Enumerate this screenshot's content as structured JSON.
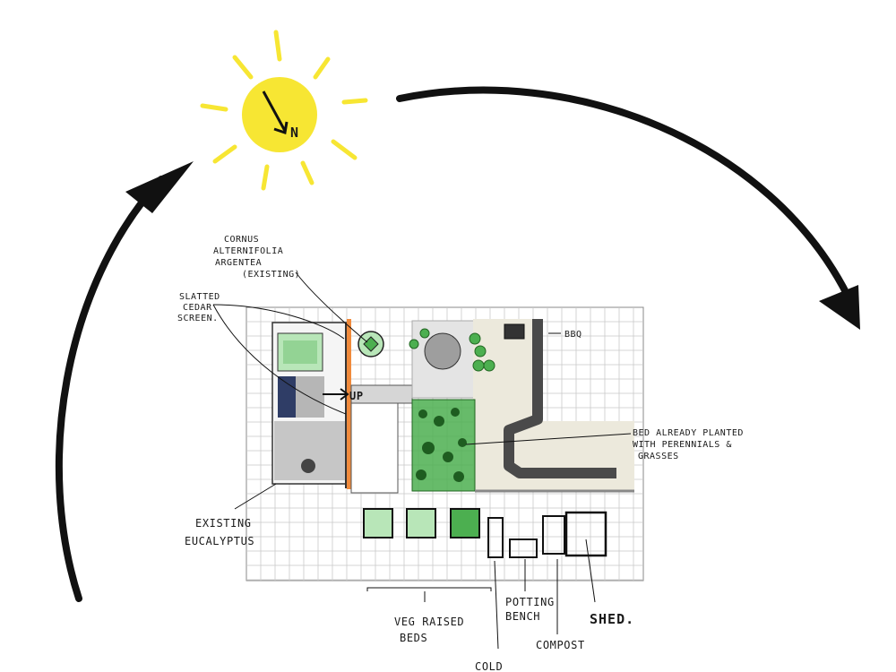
{
  "compass": {
    "label": "N"
  },
  "plan": {
    "up_label": "UP"
  },
  "annotations": {
    "cornus": [
      "CORNUS",
      "ALTERNIFOLIA",
      "ARGENTEA",
      "(EXISTING)"
    ],
    "slatted_screen": [
      "SLATTED",
      "CEDAR",
      "SCREEN."
    ],
    "bbq": "BBQ",
    "bed_planted": [
      "BED ALREADY PLANTED",
      "WITH PERENNIALS &",
      "GRASSES"
    ],
    "eucalyptus": [
      "EXISTING",
      "EUCALYPTUS"
    ],
    "veg_beds": [
      "VEG RAISED",
      "BEDS"
    ],
    "potting_bench": [
      "POTTING",
      "BENCH"
    ],
    "compost": "COMPOST",
    "shed": "SHED.",
    "cold": "COLD"
  },
  "colors": {
    "sun": "#f7e633",
    "ink": "#111111",
    "lawn": "#4caf50",
    "light_green": "#b8e6b8",
    "paving": "#ece9dc",
    "timber": "#f08a3c",
    "deck_grey": "#8c8c8c",
    "navy": "#2f3d66"
  }
}
